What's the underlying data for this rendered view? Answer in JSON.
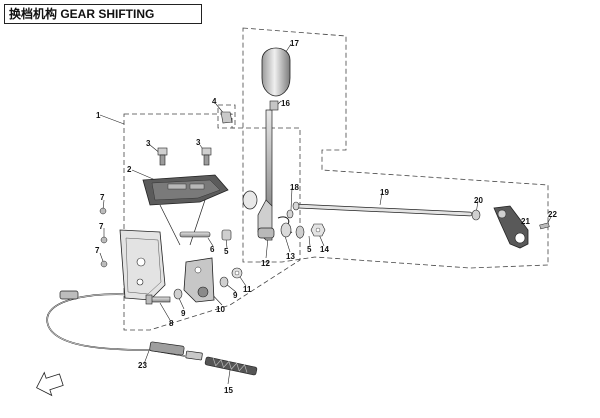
{
  "title": "换档机构 GEAR SHIFTING",
  "callouts": {
    "c1": "1",
    "c2": "2",
    "c3a": "3",
    "c3b": "3",
    "c4": "4",
    "c5a": "5",
    "c5b": "5",
    "c6": "6",
    "c7a": "7",
    "c7b": "7",
    "c7c": "7",
    "c8": "8",
    "c9a": "9",
    "c9b": "9",
    "c10": "10",
    "c11": "11",
    "c12": "12",
    "c13": "13",
    "c14": "14",
    "c15": "15",
    "c16": "16",
    "c17": "17",
    "c18": "18",
    "c19": "19",
    "c20": "20",
    "c21": "21",
    "c22": "22",
    "c23": "23"
  },
  "colors": {
    "line": "#222222",
    "part_fill": "#d8d8d8",
    "part_dark": "#6a6a6a"
  }
}
